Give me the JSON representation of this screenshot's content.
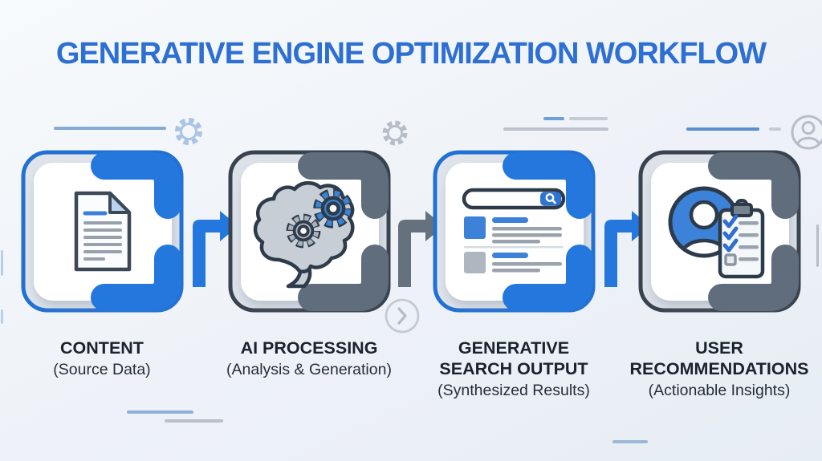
{
  "title": "GENERATIVE ENGINE OPTIMIZATION WORKFLOW",
  "colors": {
    "title_blue": "#2d6fd2",
    "accent_blue_ring": "#2170d3",
    "accent_blue_fill": "#2478dd",
    "accent_slate_ring": "#39434f",
    "accent_slate_fill": "#5f6d7d",
    "label_text": "#1b222c",
    "background": "#eef2f8"
  },
  "steps": [
    {
      "id": "content",
      "icon": "document-icon",
      "accent": "blue",
      "title_line1": "CONTENT",
      "title_line2": "",
      "subtitle": "(Source Data)"
    },
    {
      "id": "ai-processing",
      "icon": "brain-gears-icon",
      "accent": "slate",
      "title_line1": "AI PROCESSING",
      "title_line2": "",
      "subtitle": "(Analysis & Generation)"
    },
    {
      "id": "generative-search-output",
      "icon": "search-results-icon",
      "accent": "blue",
      "title_line1": "GENERATIVE",
      "title_line2": "SEARCH OUTPUT",
      "subtitle": "(Synthesized Results)"
    },
    {
      "id": "user-recommendations",
      "icon": "user-checklist-icon",
      "accent": "slate",
      "title_line1": "USER",
      "title_line2": "RECOMMENDATIONS",
      "subtitle": "(Actionable Insights)"
    }
  ],
  "connectors": [
    {
      "from": "content",
      "to": "ai-processing",
      "color": "#2478dd"
    },
    {
      "from": "ai-processing",
      "to": "generative-search-output",
      "color": "#66717e"
    },
    {
      "from": "generative-search-output",
      "to": "user-recommendations",
      "color": "#2478dd"
    }
  ],
  "decorations": [
    "gear-icon",
    "gear-icon",
    "person-circle-icon",
    "chevron-circle-icon"
  ]
}
